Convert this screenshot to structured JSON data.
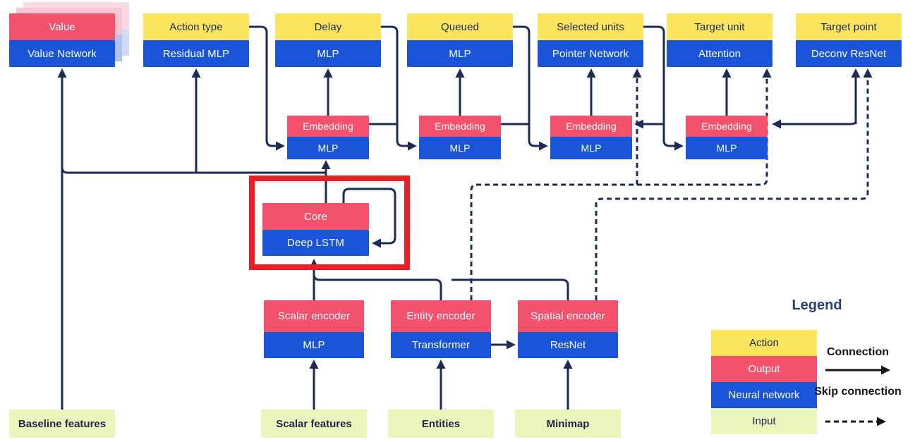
{
  "diagram": {
    "value_head": {
      "top": "Value",
      "bottom": "Value Network"
    },
    "heads": [
      {
        "action": "Action type",
        "network": "Residual MLP"
      },
      {
        "action": "Delay",
        "network": "MLP"
      },
      {
        "action": "Queued",
        "network": "MLP"
      },
      {
        "action": "Selected units",
        "network": "Pointer Network"
      },
      {
        "action": "Target unit",
        "network": "Attention"
      },
      {
        "action": "Target point",
        "network": "Deconv ResNet"
      }
    ],
    "embeddings": [
      {
        "output": "Embedding",
        "network": "MLP"
      },
      {
        "output": "Embedding",
        "network": "MLP"
      },
      {
        "output": "Embedding",
        "network": "MLP"
      },
      {
        "output": "Embedding",
        "network": "MLP"
      }
    ],
    "core": {
      "output": "Core",
      "network": "Deep LSTM"
    },
    "encoders": [
      {
        "output": "Scalar encoder",
        "network": "MLP"
      },
      {
        "output": "Entity encoder",
        "network": "Transformer"
      },
      {
        "output": "Spatial encoder",
        "network": "ResNet"
      }
    ],
    "inputs": [
      "Baseline features",
      "Scalar features",
      "Entities",
      "Minimap"
    ],
    "legend": {
      "title": "Legend",
      "items": [
        "Action",
        "Output",
        "Neural network",
        "Input"
      ],
      "connection": "Connection",
      "skip": "Skip connection"
    }
  },
  "colors": {
    "action_yellow": "#f9e45c",
    "output_red": "#f4516c",
    "network_blue": "#1a54d9",
    "input_green": "#eaf6bb",
    "line_navy": "#1e2c55",
    "highlight_red": "#ee1d23"
  }
}
